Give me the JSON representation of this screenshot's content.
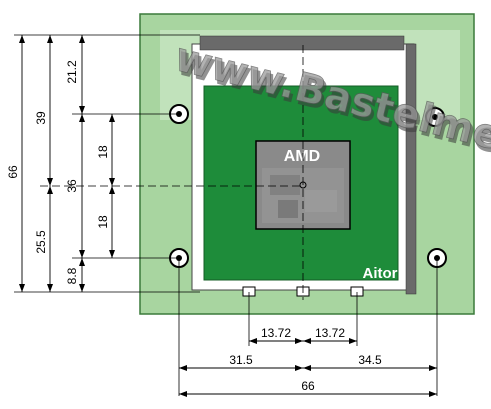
{
  "colors": {
    "board": "#a8d5a0",
    "board_edge": "#3a7a3a",
    "socket_body": "#1e8c3a",
    "socket_frame": "#ffffff",
    "lever": "#6a6a6a",
    "chip": "#8a8a8a",
    "dim_line": "#000000",
    "watermark": "#6b6b6b"
  },
  "labels": {
    "cpu_brand": "AMD",
    "socket_brand": "Aitor",
    "watermark": "www.Bastelmed.de"
  },
  "dimensions": {
    "vertical": {
      "total": "66",
      "upper": "39",
      "lower": "25.5",
      "top_offset": "21.2",
      "center_span": "36",
      "half_upper": "18",
      "half_lower": "18",
      "bottom_offset": "8.8"
    },
    "horizontal": {
      "left_pin": "13.72",
      "right_pin": "13.72",
      "left_half": "31.5",
      "right_half": "34.5",
      "total": "66"
    }
  },
  "icons": [
    "mounting-hole-icon",
    "center-crosshair-icon",
    "pin-notch-icon"
  ]
}
